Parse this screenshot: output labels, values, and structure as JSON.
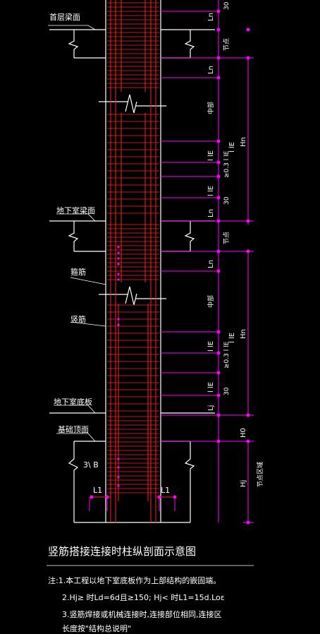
{
  "labels": {
    "first_floor_beam": "首层梁面",
    "basement_beam": "地下室梁面",
    "stirrup": "箍筋",
    "vertical_bar": "竖筋",
    "basement_slab": "地下室底板",
    "foundation_top": "基础顶面"
  },
  "dims": {
    "ln": "Ln",
    "lle": "l lE",
    "third_lle": "≥0.3 l lE",
    "d30": "30",
    "hn": "Hn",
    "lj": "Lj",
    "h0": "H0",
    "hj": "Hj",
    "l1": "L1",
    "node": "节点",
    "mid": "中部",
    "anchor": "节点区域",
    "spacing": "3\\ B"
  },
  "title": "竖筋搭接连接时柱纵剖面示意图",
  "notes": [
    "注:1.本工程以地下室底板作为上部结构的嵌固端。",
    "2.Hj≥    时Ld=6d且≥150; Hj<    时L1=15d.Loε",
    "3.竖筋焊接或机械连接时,连接部位相同,连接区",
    "长度按\"结构总说明\""
  ],
  "colors": {
    "column": "#ffffff",
    "rebar": "#ff2020",
    "dimension": "#ff00ff",
    "text": "#ffffff"
  }
}
